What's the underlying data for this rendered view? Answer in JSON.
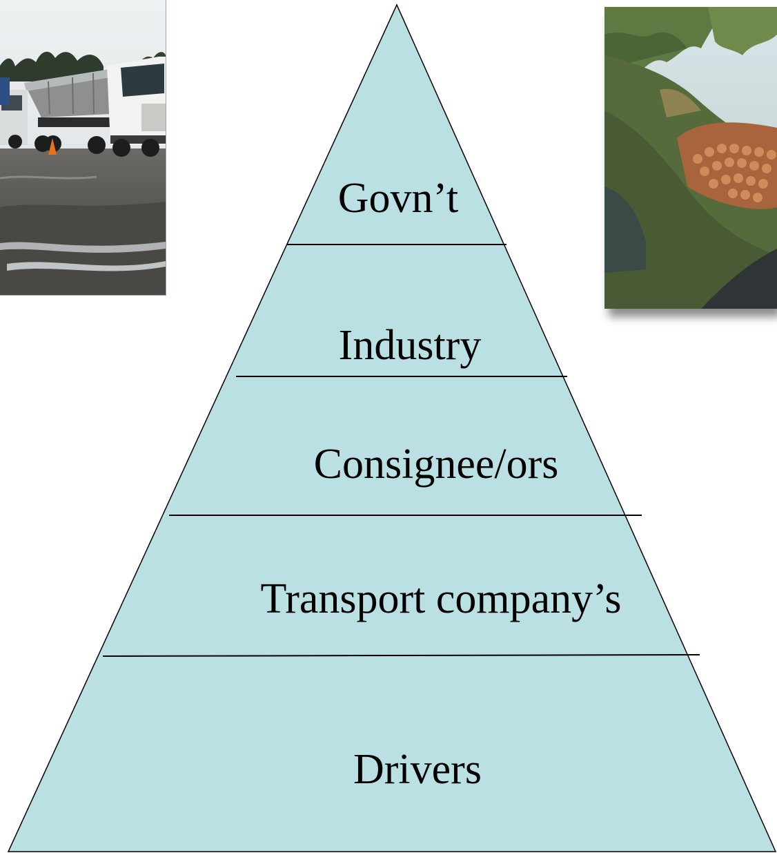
{
  "colors": {
    "pyramid_fill": "#bbe0e3",
    "pyramid_stroke": "#000000",
    "label": "#000000"
  },
  "photos": {
    "left": {
      "icon": "truck-yard-photo"
    },
    "right": {
      "icon": "roadside-logs-photo"
    }
  },
  "pyramid": {
    "tiers": [
      {
        "label": "Govn’t"
      },
      {
        "label": "Industry"
      },
      {
        "label": "Consignee/ors"
      },
      {
        "label": "Transport company’s"
      },
      {
        "label": "Drivers"
      }
    ]
  }
}
